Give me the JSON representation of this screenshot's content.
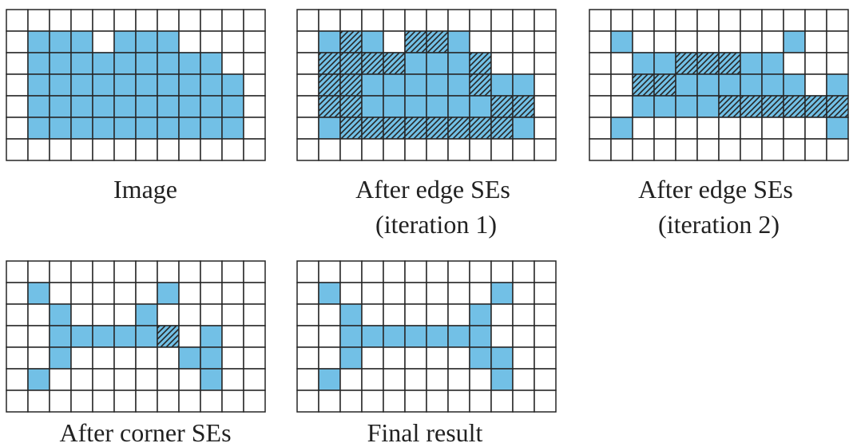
{
  "colors": {
    "fill": "#72c0e6",
    "grid": "#262626",
    "hatch": "#262626",
    "background": "#ffffff"
  },
  "grid_size": {
    "rows": 7,
    "cols": 12
  },
  "panels": [
    {
      "name": "panel-image",
      "caption_lines": [
        "Image"
      ],
      "rows": [
        "............",
        ".###.###....",
        ".#########..",
        ".##########.",
        ".##########.",
        ".##########.",
        "............"
      ]
    },
    {
      "name": "panel-edge-iteration-1",
      "caption_lines": [
        "After edge SEs",
        "(iteration 1)"
      ],
      "rows": [
        "............",
        ".#/#.//#....",
        ".////###/...",
        ".//#####/##.",
        ".//######//.",
        ".#////////#.",
        "............"
      ]
    },
    {
      "name": "panel-edge-iteration-2",
      "caption_lines": [
        "After edge SEs",
        "(iteration 2)"
      ],
      "rows": [
        "............",
        ".#.......#..",
        "..##///##...",
        "..//######.#",
        "..####//////",
        ".#.........#",
        "............"
      ]
    },
    {
      "name": "panel-corner-ses",
      "caption_lines": [
        "After corner SEs"
      ],
      "rows": [
        "............",
        ".#.....#....",
        "..#...#.....",
        "..#####/.#..",
        "..#.....##..",
        ".#.......#..",
        "............"
      ]
    },
    {
      "name": "panel-final-result",
      "caption_lines": [
        "Final result"
      ],
      "rows": [
        "............",
        ".#.......#..",
        "..#.....#...",
        "..#######...",
        "..#.....##..",
        ".#.......#..",
        "............"
      ]
    }
  ]
}
